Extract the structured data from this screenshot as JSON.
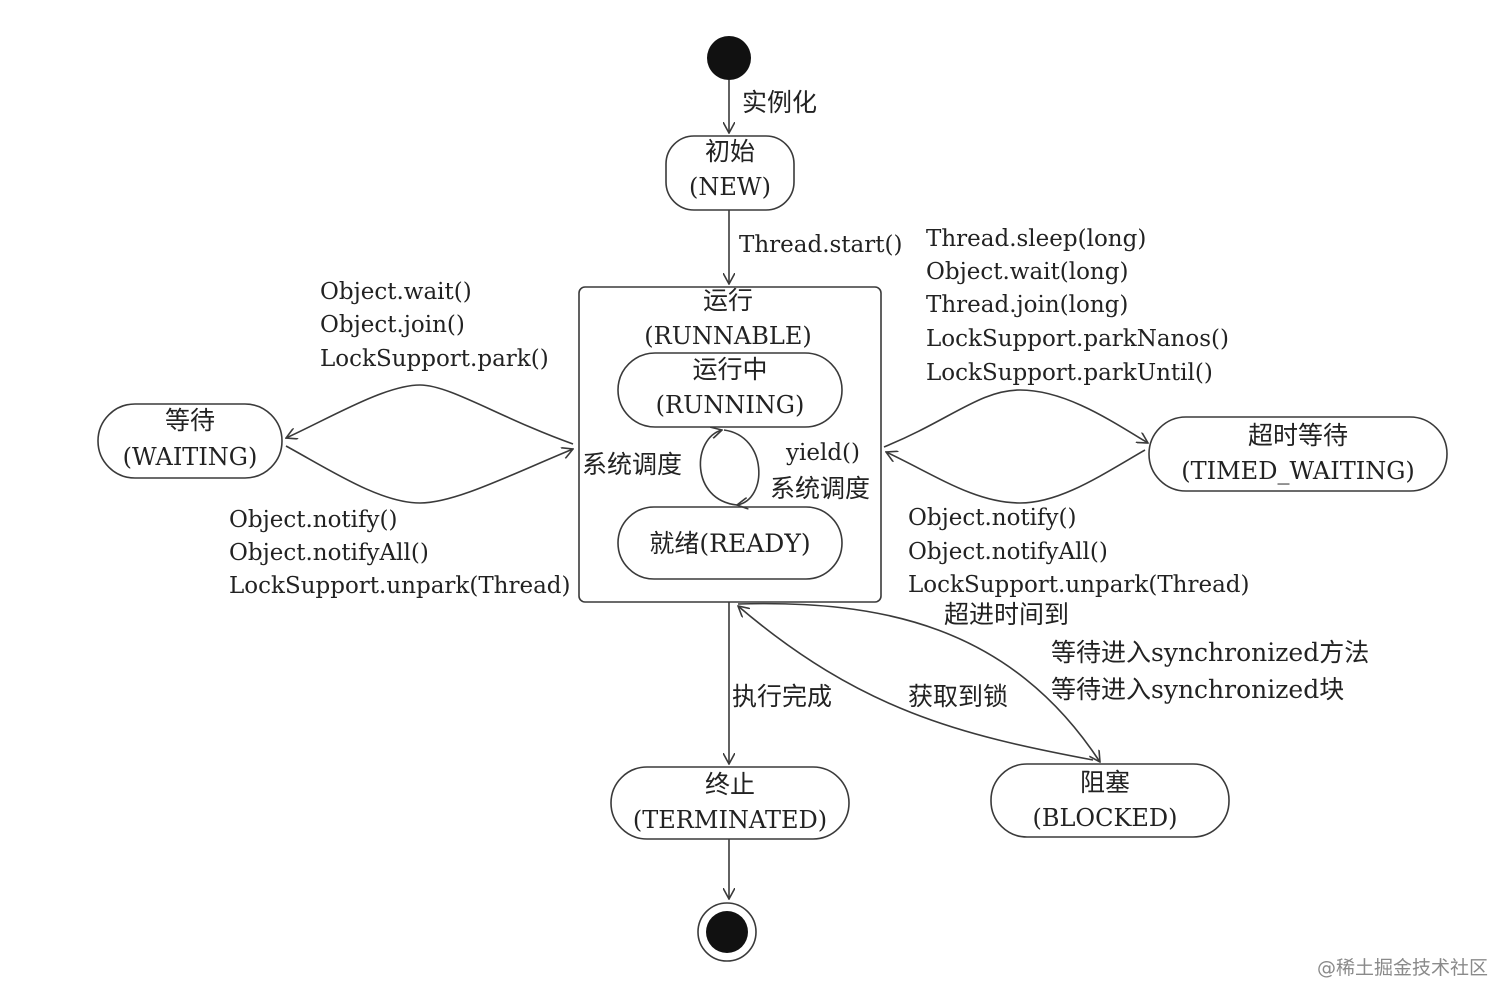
{
  "states": {
    "new": {
      "name": "初始",
      "code": "(NEW)"
    },
    "runnable": {
      "name": "运行",
      "code": "(RUNNABLE)"
    },
    "running": {
      "name": "运行中",
      "code": "(RUNNING)"
    },
    "ready": {
      "label": "就绪(READY)"
    },
    "waiting": {
      "name": "等待",
      "code": "(WAITING)"
    },
    "timed_waiting": {
      "name": "超时等待",
      "code": "(TIMED_WAITING)"
    },
    "terminated": {
      "name": "终止",
      "code": "(TERMINATED)"
    },
    "blocked": {
      "name": "阻塞",
      "code": "(BLOCKED)"
    }
  },
  "transitions": {
    "instantiate": "实例化",
    "start": "Thread.start()",
    "to_waiting": [
      "Object.wait()",
      "Object.join()",
      "LockSupport.park()"
    ],
    "from_waiting": [
      "Object.notify()",
      "Object.notifyAll()",
      "LockSupport.unpark(Thread)"
    ],
    "to_timed_waiting": [
      "Thread.sleep(long)",
      "Object.wait(long)",
      "Thread.join(long)",
      "LockSupport.parkNanos()",
      "LockSupport.parkUntil()"
    ],
    "from_timed_waiting": [
      "Object.notify()",
      "Object.notifyAll()",
      "LockSupport.unpark(Thread)",
      "超进时间到"
    ],
    "schedule_left": "系统调度",
    "yield": "yield()",
    "schedule_right": "系统调度",
    "finish": "执行完成",
    "acquire_lock": "获取到锁",
    "to_blocked": [
      "等待进入synchronized方法",
      "等待进入synchronized块"
    ]
  },
  "watermark": "@稀土掘金技术社区"
}
